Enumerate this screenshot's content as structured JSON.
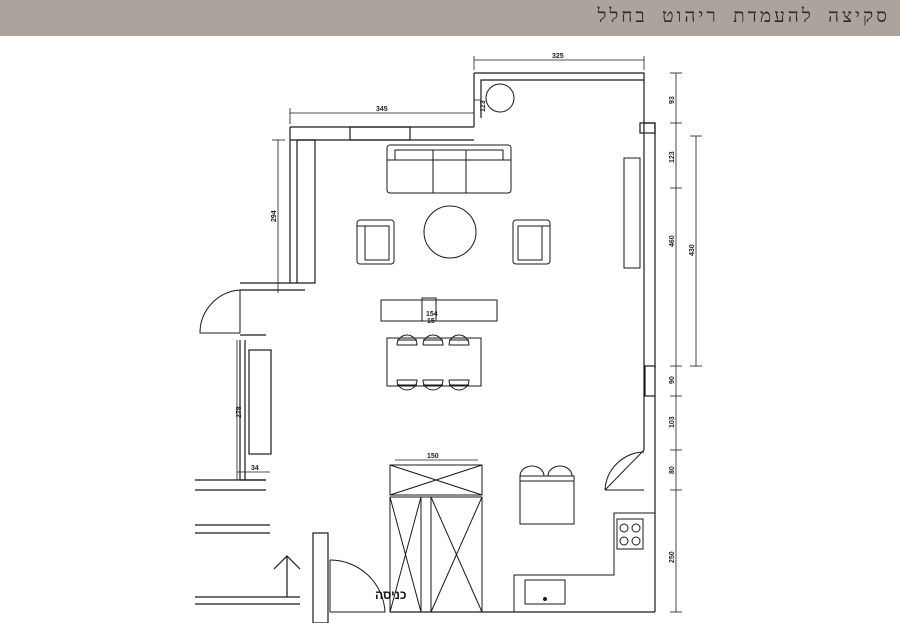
{
  "header": {
    "title": "סקיצה להעמדת ריהוט בחלל"
  },
  "plan": {
    "entrance_label": "כניסה",
    "dimensions": {
      "top_325": "325",
      "top_345": "345",
      "top_123_left": "123",
      "left_294": "294",
      "left_278": "278",
      "left_34": "34",
      "table_154": "154",
      "table_15": "15",
      "closet_150": "150",
      "right_93": "93",
      "right_123": "123",
      "right_460": "460",
      "right_430": "430",
      "right_90": "90",
      "right_103": "103",
      "right_80": "80",
      "right_250": "250"
    },
    "colors": {
      "header_bg": "#aba39c",
      "line": "#1a1a1a"
    }
  }
}
